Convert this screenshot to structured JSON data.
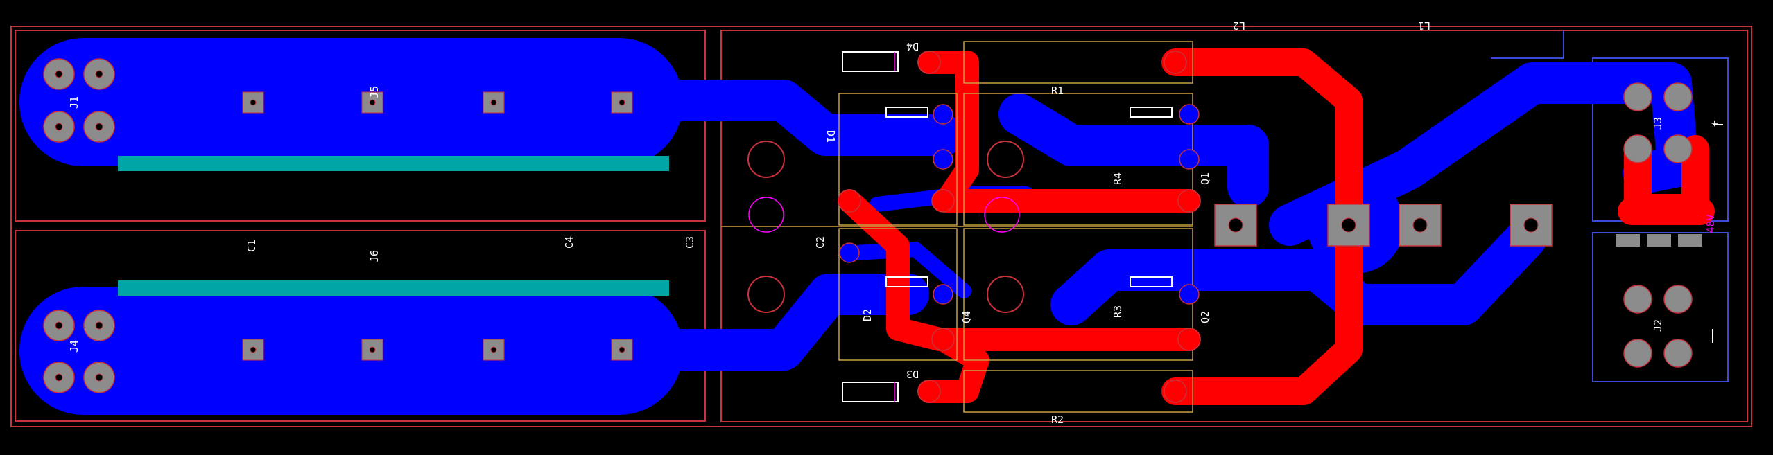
{
  "colors": {
    "background": "#000000",
    "outline": "#c8323c",
    "top_copper": "#ff0000",
    "bottom_copper": "#0000ff",
    "pad": "#8c8c8c",
    "silk": "#ffffff",
    "courtyard": "#c8a040",
    "teal_zone": "#00a5a5",
    "magenta_text": "#ff00ff"
  },
  "refdes": {
    "j1": "J1",
    "j2": "J2",
    "j3": "J3",
    "j4": "J4",
    "j5": "J5",
    "j6": "J6",
    "c1": "C1",
    "c2": "C2",
    "c3": "C3",
    "c4": "C4",
    "d1": "D1",
    "d2": "D2",
    "d3": "D3",
    "d4": "D4",
    "r1": "R1",
    "r2": "R2",
    "r3": "R3",
    "r4": "R4",
    "q1": "Q1",
    "q2": "Q2",
    "q4": "Q4",
    "l1": "L1",
    "l2": "L2"
  },
  "labels": {
    "voltage": "48V",
    "plus": "+",
    "minus": "−"
  },
  "icons": {
    "through_hole_pad": "round-pad-with-drill",
    "smd_pad": "square-pad",
    "mounting_hole": "hole-ring"
  }
}
